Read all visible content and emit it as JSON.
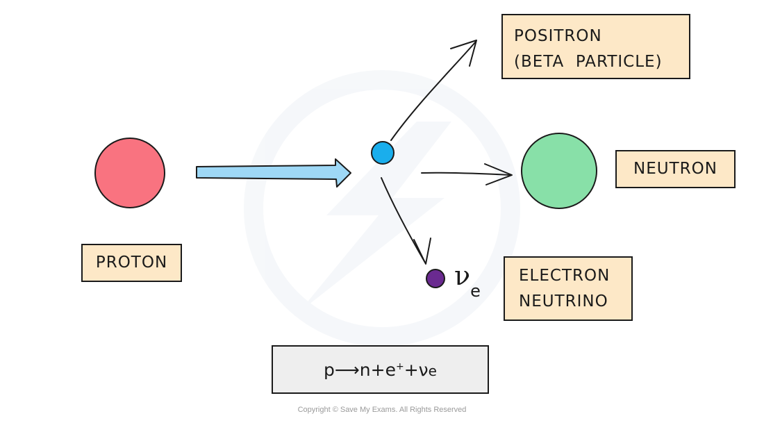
{
  "colors": {
    "proton": "#f97380",
    "positron": "#1aaeec",
    "neutron": "#88e0a8",
    "neutrino": "#6a2a90",
    "arrow_fill": "#9ed8f6",
    "label_bg": "#fde8c7",
    "equation_bg": "#eeeeee",
    "watermark": "#eef2f6"
  },
  "labels": {
    "proton": "PROTON",
    "positron_line1": "POSITRON",
    "positron_line2": "(BETA  PARTICLE)",
    "neutron": "NEUTRON",
    "neutrino_line1": "ELECTRON",
    "neutrino_line2": "NEUTRINO"
  },
  "symbol": {
    "nu": "ν",
    "sub": "e"
  },
  "equation": {
    "p": "p",
    "arrow": "⟶",
    "n": "n",
    "plus": "+",
    "e": "e",
    "e_charge": "+",
    "nu": "ν",
    "nu_sub": "e"
  },
  "copyright": "Copyright © Save My Exams. All Rights Reserved"
}
